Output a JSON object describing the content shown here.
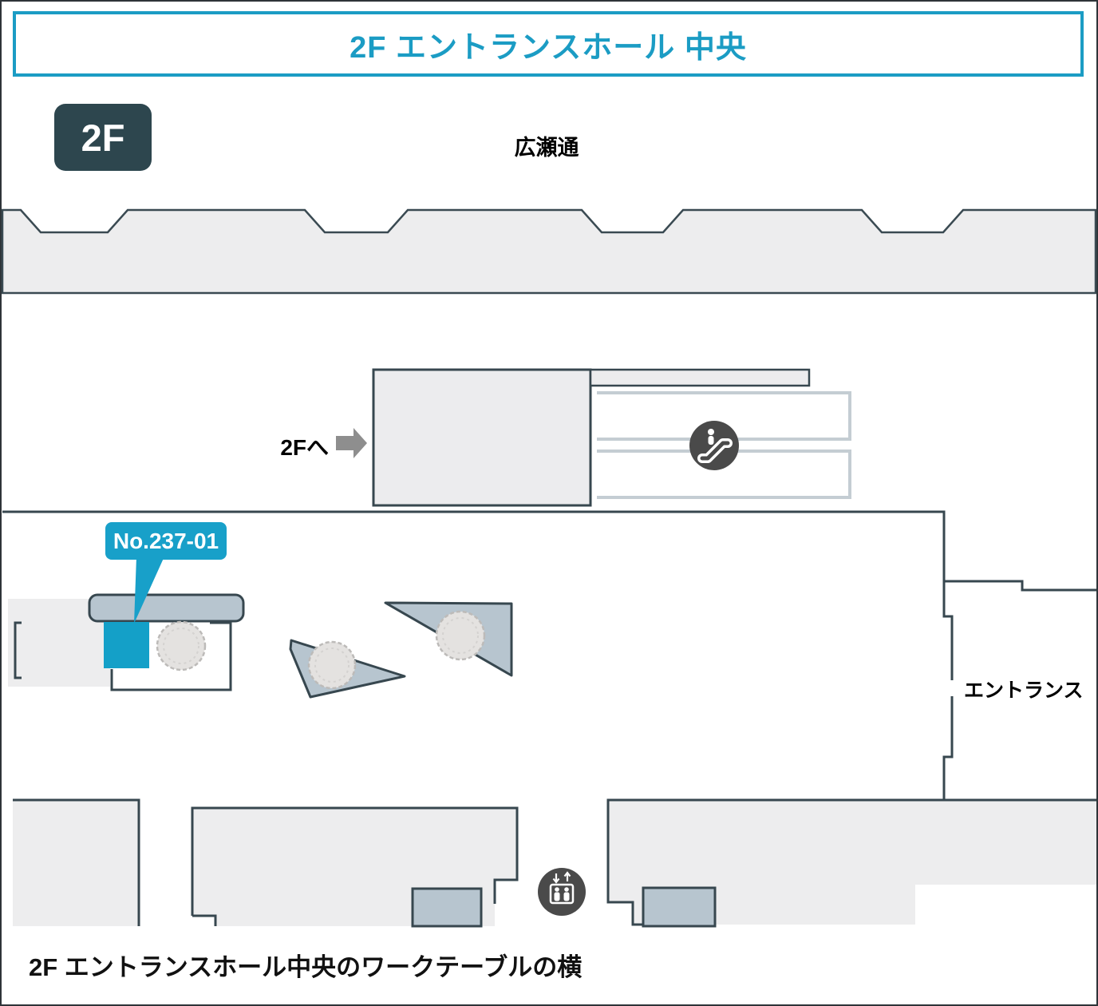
{
  "header": {
    "title": "2F エントランスホール 中央"
  },
  "map": {
    "floor_badge": "2F",
    "street_label": "広瀬通",
    "direction_label": "2Fへ",
    "spot_label": "No.237-01",
    "entrance_label": "エントランス",
    "icons": {
      "escalator": "escalator-icon",
      "elevator": "elevator-icon"
    },
    "colors": {
      "accent_cyan": "#18a0c9",
      "spot_square": "#14a0c8",
      "wall_dark": "#37474f",
      "floor_gray": "#ededee",
      "furniture_blue_gray": "#b7c5cf",
      "icon_circle_gray": "#4a4a4a",
      "escalator_well_outline": "#c4cdd3",
      "arrow_gray": "#8e8e8e",
      "badge_dark": "#2d464e",
      "header_cyan": "#1b9cc4"
    }
  },
  "caption": {
    "text": "2F エントランスホール中央のワークテーブルの横"
  }
}
